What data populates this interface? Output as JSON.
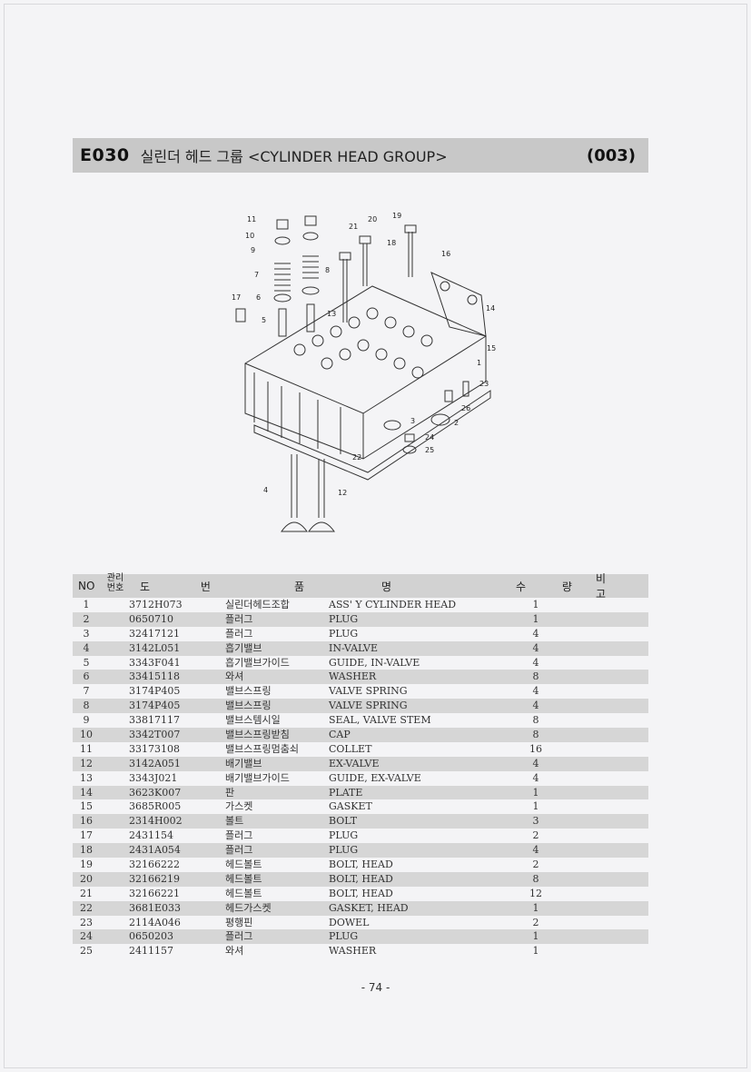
{
  "header": {
    "code": "E030",
    "title": "실린더 헤드 그룹 <CYLINDER HEAD GROUP>",
    "page_code": "(003)"
  },
  "diagram": {
    "callouts": [
      "1",
      "2",
      "3",
      "4",
      "5",
      "6",
      "7",
      "8",
      "9",
      "10",
      "11",
      "12",
      "13",
      "14",
      "15",
      "16",
      "17",
      "18",
      "19",
      "20",
      "21",
      "22",
      "23",
      "24",
      "25",
      "26"
    ]
  },
  "table": {
    "headers": {
      "no": "NO",
      "mgmt": "관리 번호",
      "drawing": "도 번",
      "name": "품",
      "name2": "명",
      "qty": "수 량",
      "note": "비 고"
    },
    "rows": [
      {
        "no": "1",
        "pn": "3712H073",
        "kr": "실린더헤드조합",
        "en": "ASS' Y CYLINDER HEAD",
        "qty": "1"
      },
      {
        "no": "2",
        "pn": "0650710",
        "kr": "플러그",
        "en": "PLUG",
        "qty": "1"
      },
      {
        "no": "3",
        "pn": "32417121",
        "kr": "플러그",
        "en": "PLUG",
        "qty": "4"
      },
      {
        "no": "4",
        "pn": "3142L051",
        "kr": "흡기밸브",
        "en": "IN-VALVE",
        "qty": "4"
      },
      {
        "no": "5",
        "pn": "3343F041",
        "kr": "흡기밸브가이드",
        "en": "GUIDE, IN-VALVE",
        "qty": "4"
      },
      {
        "no": "6",
        "pn": "33415118",
        "kr": "와셔",
        "en": "WASHER",
        "qty": "8"
      },
      {
        "no": "7",
        "pn": "3174P405",
        "kr": "밸브스프링",
        "en": "VALVE SPRING",
        "qty": "4"
      },
      {
        "no": "8",
        "pn": "3174P405",
        "kr": "밸브스프링",
        "en": "VALVE SPRING",
        "qty": "4"
      },
      {
        "no": "9",
        "pn": "33817117",
        "kr": "밸브스템시일",
        "en": "SEAL, VALVE STEM",
        "qty": "8"
      },
      {
        "no": "10",
        "pn": "3342T007",
        "kr": "밸브스프링받침",
        "en": "CAP",
        "qty": "8"
      },
      {
        "no": "11",
        "pn": "33173108",
        "kr": "밸브스프링멈춤쇠",
        "en": "COLLET",
        "qty": "16"
      },
      {
        "no": "12",
        "pn": "3142A051",
        "kr": "배기밸브",
        "en": "EX-VALVE",
        "qty": "4"
      },
      {
        "no": "13",
        "pn": "3343J021",
        "kr": "배기밸브가이드",
        "en": "GUIDE, EX-VALVE",
        "qty": "4"
      },
      {
        "no": "14",
        "pn": "3623K007",
        "kr": "판",
        "en": "PLATE",
        "qty": "1"
      },
      {
        "no": "15",
        "pn": "3685R005",
        "kr": "가스켓",
        "en": "GASKET",
        "qty": "1"
      },
      {
        "no": "16",
        "pn": "2314H002",
        "kr": "볼트",
        "en": "BOLT",
        "qty": "3"
      },
      {
        "no": "17",
        "pn": "2431154",
        "kr": "플러그",
        "en": "PLUG",
        "qty": "2"
      },
      {
        "no": "18",
        "pn": "2431A054",
        "kr": "플러그",
        "en": "PLUG",
        "qty": "4"
      },
      {
        "no": "19",
        "pn": "32166222",
        "kr": "헤드볼트",
        "en": "BOLT, HEAD",
        "qty": "2"
      },
      {
        "no": "20",
        "pn": "32166219",
        "kr": "헤드볼트",
        "en": "BOLT, HEAD",
        "qty": "8"
      },
      {
        "no": "21",
        "pn": "32166221",
        "kr": "헤드볼트",
        "en": "BOLT, HEAD",
        "qty": "12"
      },
      {
        "no": "22",
        "pn": "3681E033",
        "kr": "헤드가스켓",
        "en": "GASKET, HEAD",
        "qty": "1"
      },
      {
        "no": "23",
        "pn": "2114A046",
        "kr": "평행핀",
        "en": "DOWEL",
        "qty": "2"
      },
      {
        "no": "24",
        "pn": "0650203",
        "kr": "플러그",
        "en": "PLUG",
        "qty": "1"
      },
      {
        "no": "25",
        "pn": "2411157",
        "kr": "와셔",
        "en": "WASHER",
        "qty": "1"
      }
    ]
  },
  "footer": {
    "page_number": "- 74 -"
  }
}
